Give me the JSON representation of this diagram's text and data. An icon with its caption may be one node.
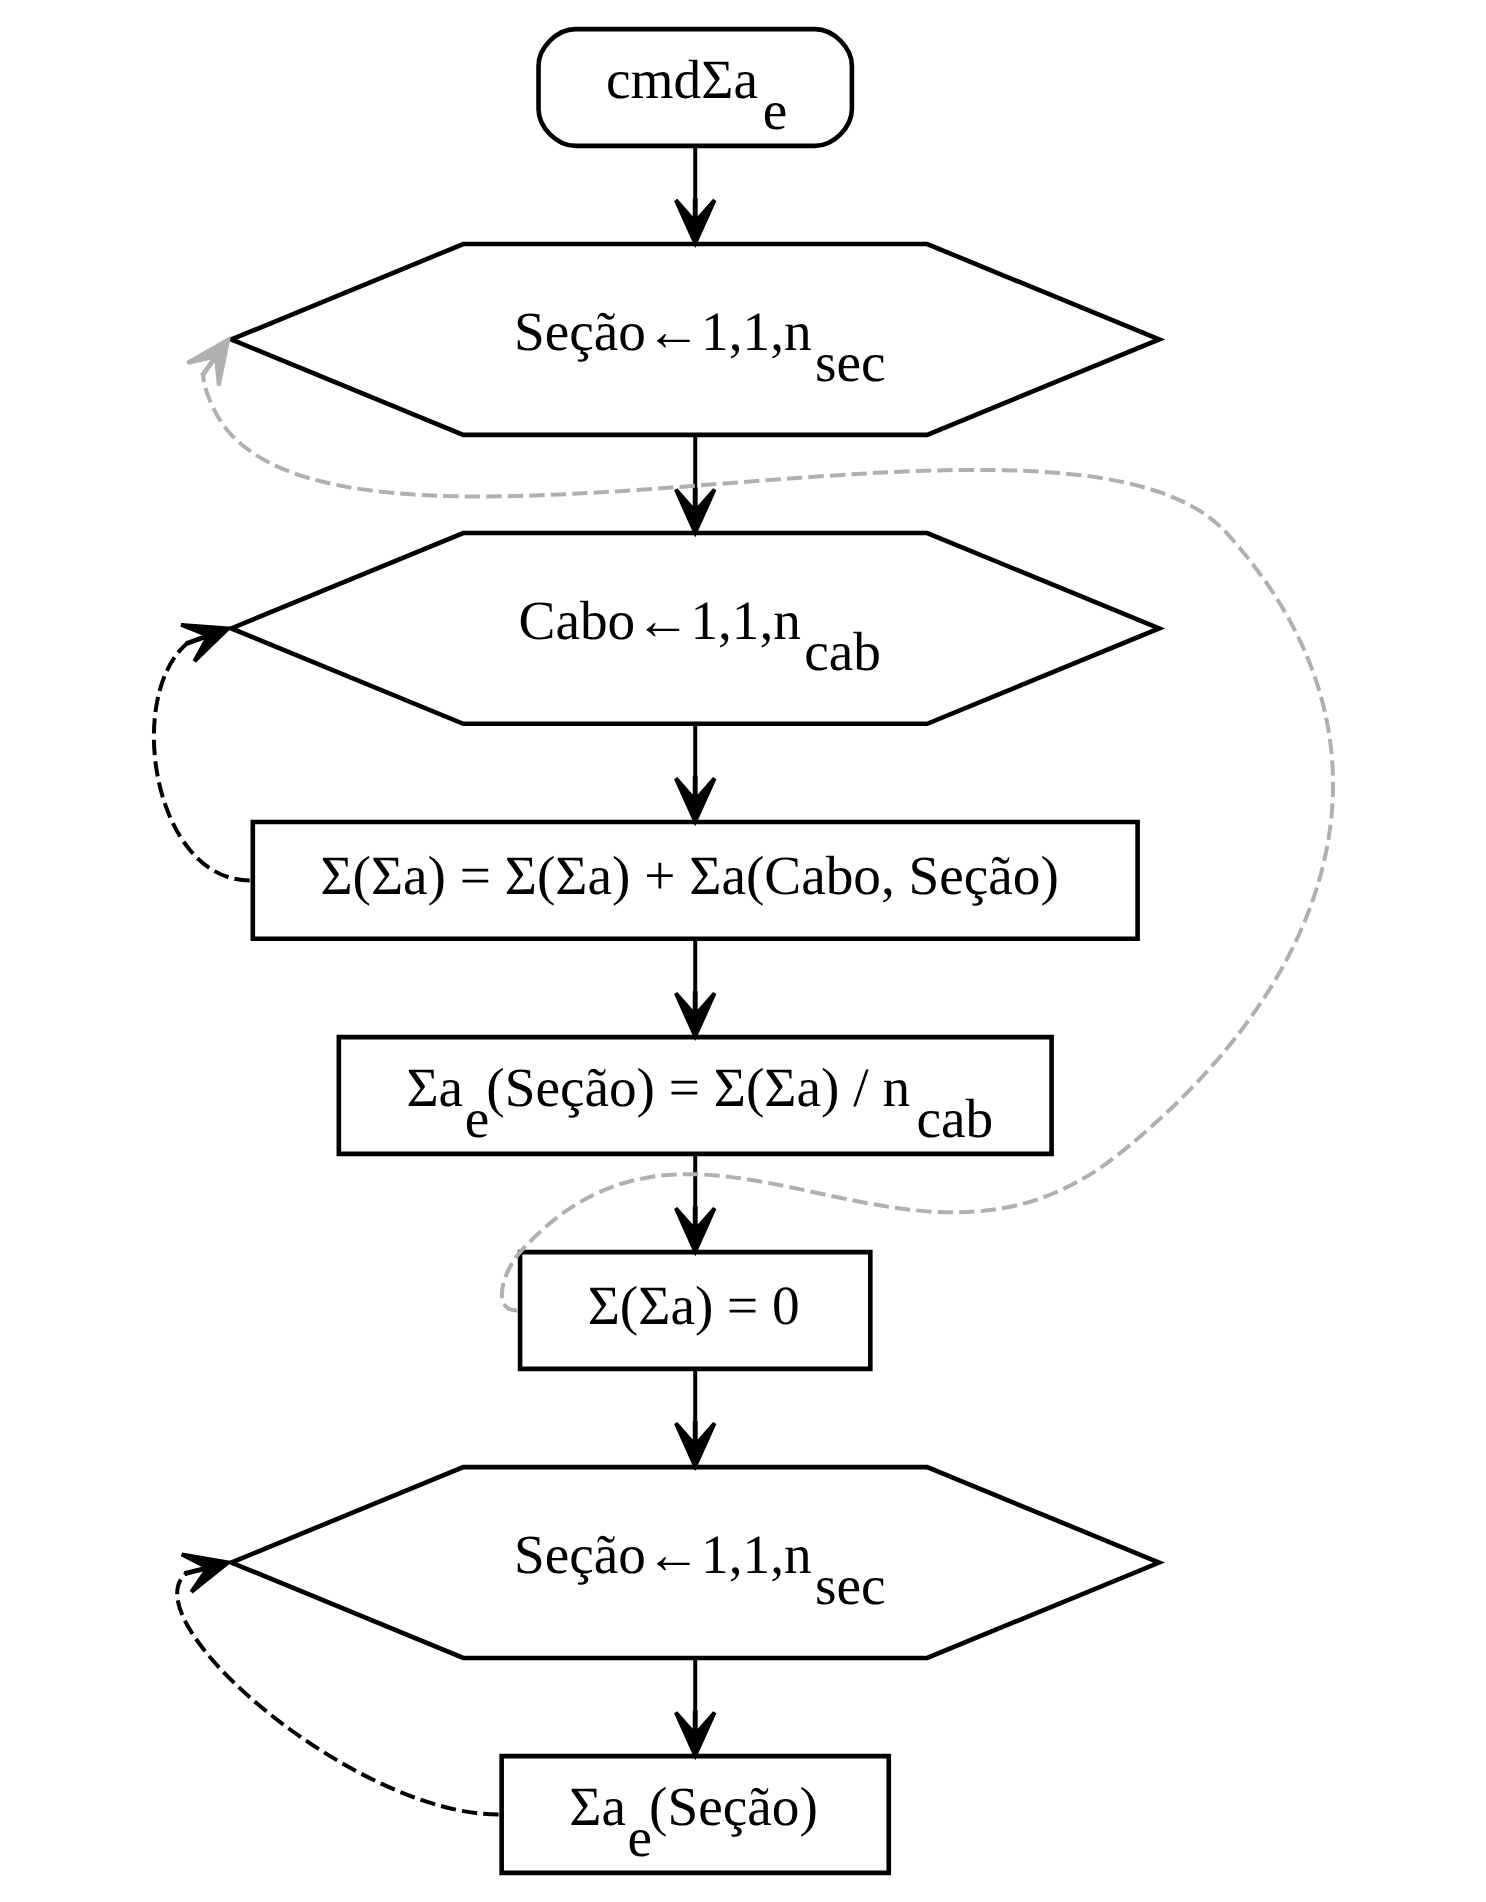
{
  "diagram": {
    "nodes": [
      {
        "text": [
          "cmdΣa$_{e}$"
        ]
      },
      {
        "text": [
          "Seção←1,1,n$_{sec}$"
        ]
      },
      {
        "text": [
          "Cabo←1,1,n$_{cab}$"
        ]
      },
      {
        "text": [
          "Σ(Σa) = Σ(Σa) + Σa(Cabo, Seção)"
        ]
      },
      {
        "text": [
          "Σa$_{e}$(Seção) = Σ(Σa) / n$_{cab}$"
        ]
      },
      {
        "text": [
          "Σ(Σa) = 0"
        ]
      },
      {
        "text": [
          "Seção←1,1,n$_{sec}$"
        ]
      },
      {
        "text": [
          "Σa$_{e}$(Seção)"
        ]
      }
    ],
    "edges": [
      {
        "from": 0,
        "to": 1,
        "arrow": "to"
      },
      {
        "from": 1,
        "to": 2,
        "arrow": "to"
      },
      {
        "from": 2,
        "to": 3,
        "arrow": "to"
      },
      {
        "from": 3,
        "to": 4,
        "arrow": "to"
      },
      {
        "from": 4,
        "to": 5,
        "arrow": "to"
      },
      {
        "from": 5,
        "to": 6,
        "arrow": "to"
      },
      {
        "from": 6,
        "to": 7,
        "arrow": "to"
      },
      {
        "from": 3,
        "to": 2,
        "arrow": "to",
        "style": "dashed"
      },
      {
        "from": 5,
        "to": 1,
        "arrow": "to",
        "style": "dashed",
        "color": "#b0b0b0"
      },
      {
        "from": 7,
        "to": 6,
        "arrow": "to",
        "style": "dashed"
      }
    ]
  }
}
